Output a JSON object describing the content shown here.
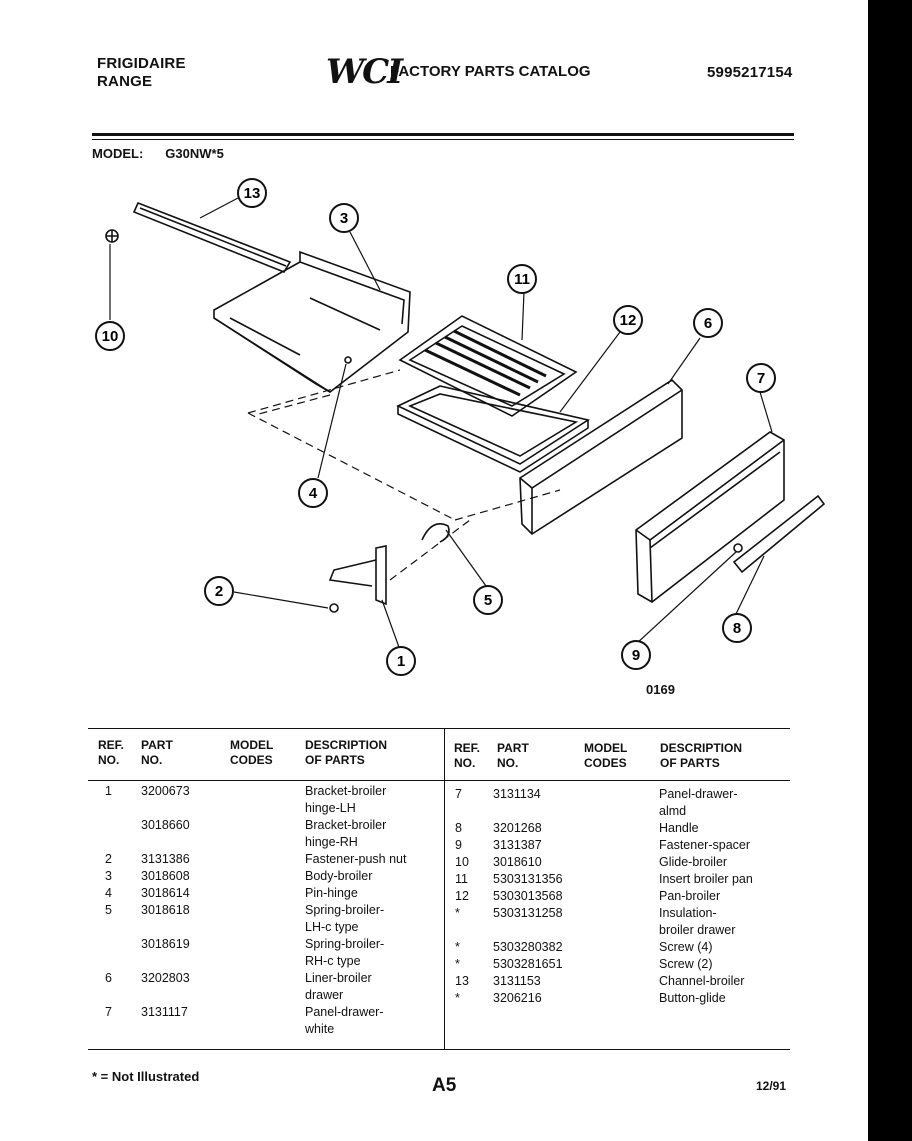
{
  "header": {
    "brand": "FRIGIDAIRE",
    "product": "RANGE",
    "logo": "WCI",
    "catalog_title": "FACTORY PARTS CATALOG",
    "catalog_number": "5995217154",
    "model_label": "MODEL:",
    "model_value": "G30NW*5"
  },
  "diagram": {
    "drawing_code": "0169",
    "callouts": [
      "1",
      "2",
      "3",
      "4",
      "5",
      "6",
      "7",
      "8",
      "9",
      "10",
      "11",
      "12",
      "13"
    ]
  },
  "table": {
    "headers": {
      "ref": [
        "REF.",
        "NO."
      ],
      "part": [
        "PART",
        "NO."
      ],
      "model": [
        "MODEL",
        "CODES"
      ],
      "desc": [
        "DESCRIPTION",
        "OF PARTS"
      ]
    },
    "left_rows": [
      {
        "ref": "1",
        "part": "3200673",
        "desc": [
          "Bracket-broiler",
          "hinge-LH"
        ]
      },
      {
        "ref": "",
        "part": "3018660",
        "desc": [
          "Bracket-broiler",
          "hinge-RH"
        ]
      },
      {
        "ref": "2",
        "part": "3131386",
        "desc": [
          "Fastener-push nut"
        ]
      },
      {
        "ref": "3",
        "part": "3018608",
        "desc": [
          "Body-broiler"
        ]
      },
      {
        "ref": "4",
        "part": "3018614",
        "desc": [
          "Pin-hinge"
        ]
      },
      {
        "ref": "5",
        "part": "3018618",
        "desc": [
          "Spring-broiler-",
          "LH-c type"
        ]
      },
      {
        "ref": "",
        "part": "3018619",
        "desc": [
          "Spring-broiler-",
          "RH-c type"
        ]
      },
      {
        "ref": "6",
        "part": "3202803",
        "desc": [
          "Liner-broiler",
          "drawer"
        ]
      },
      {
        "ref": "7",
        "part": "3131117",
        "desc": [
          "Panel-drawer-",
          "white"
        ]
      }
    ],
    "right_rows": [
      {
        "ref": "7",
        "part": "3131134",
        "desc": [
          "Panel-drawer-",
          "almd"
        ]
      },
      {
        "ref": "8",
        "part": "3201268",
        "desc": [
          "Handle"
        ]
      },
      {
        "ref": "9",
        "part": "3131387",
        "desc": [
          "Fastener-spacer"
        ]
      },
      {
        "ref": "10",
        "part": "3018610",
        "desc": [
          "Glide-broiler"
        ]
      },
      {
        "ref": "11",
        "part": "5303131356",
        "desc": [
          "Insert broiler pan"
        ]
      },
      {
        "ref": "12",
        "part": "5303013568",
        "desc": [
          "Pan-broiler"
        ]
      },
      {
        "ref": "*",
        "part": "5303131258",
        "desc": [
          "Insulation-",
          "broiler drawer"
        ]
      },
      {
        "ref": "*",
        "part": "5303280382",
        "desc": [
          "Screw (4)"
        ]
      },
      {
        "ref": "*",
        "part": "5303281651",
        "desc": [
          "Screw (2)"
        ]
      },
      {
        "ref": "13",
        "part": "3131153",
        "desc": [
          "Channel-broiler"
        ]
      },
      {
        "ref": "*",
        "part": "3206216",
        "desc": [
          "Button-glide"
        ]
      }
    ]
  },
  "footer": {
    "note": "* = Not Illustrated",
    "page": "A5",
    "date": "12/91"
  }
}
